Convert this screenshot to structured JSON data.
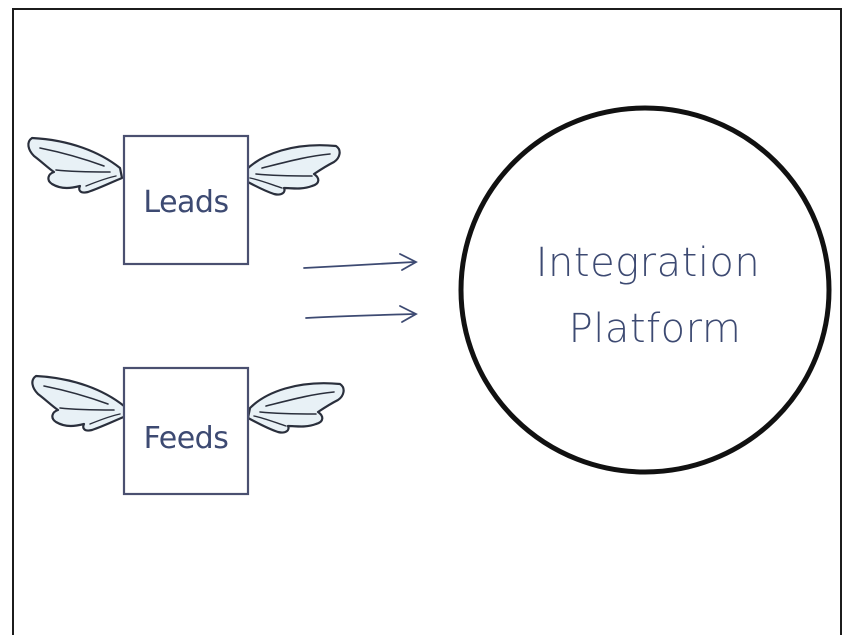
{
  "diagram": {
    "nodes": {
      "leads": {
        "label": "Leads"
      },
      "feeds": {
        "label": "Feeds"
      },
      "platform": {
        "line1": "Integration",
        "line2": "Platform"
      }
    }
  },
  "colors": {
    "ink": "#3d4a72",
    "box_border": "#4a5070",
    "wing_fill": "#e8f1f6",
    "wing_stroke": "#2a2f3c",
    "circle_stroke": "#111111"
  }
}
